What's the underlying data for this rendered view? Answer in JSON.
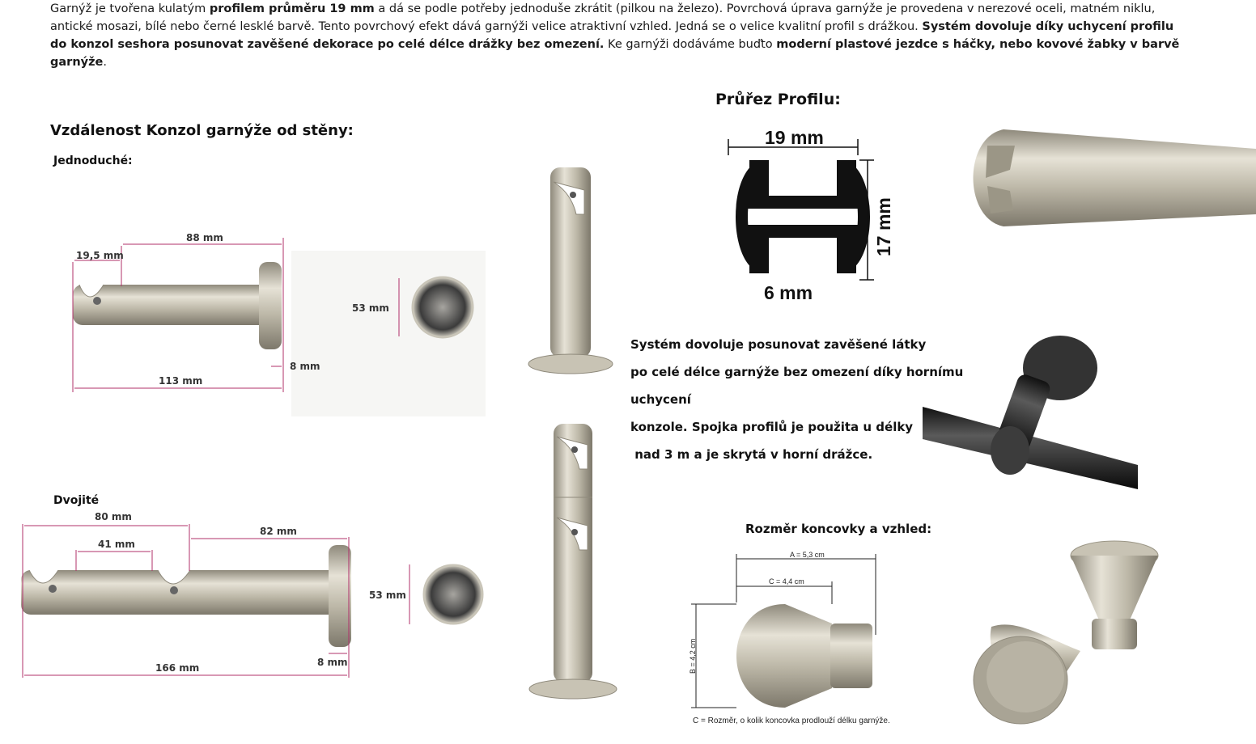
{
  "intro": {
    "s1": "Garnýž je tvořena kulatým ",
    "b1": "profilem průměru 19 mm",
    "s2": " a dá se podle potřeby jednoduše zkrátit (pilkou na železo). Povrchová úprava garnýže je provedena v nerezové oceli, matném niklu, antické mosazi, bílé nebo černé lesklé barvě. Tento povrchový efekt dává garnýži velice atraktivní vzhled. Jedná se o velice kvalitní profil s drážkou. ",
    "b2": "Systém dovoluje díky uchycení profilu do konzol seshora posunovat zavěšené dekorace po celé délce drážky bez omezení.",
    "s3": " Ke garnýži dodáváme buďto ",
    "b3": "moderní plastové jezdce s háčky, nebo kovové žabky v barvě garnýže",
    "s4": "."
  },
  "headings": {
    "distance": "Vzdálenost Konzol garnýže od stěny:",
    "single": "Jednoduché:",
    "double": "Dvojité",
    "profile": "Průřez Profilu:",
    "endcap": "Rozměr koncovky a vzhled:"
  },
  "single_dims": {
    "a": "19,5 mm",
    "b": "88 mm",
    "c": "113 mm",
    "d": "8 mm",
    "e": "53 mm"
  },
  "double_dims": {
    "a": "80 mm",
    "b": "41 mm",
    "c": "82 mm",
    "d": "166 mm",
    "e": "8 mm",
    "f": "53 mm"
  },
  "profile_dims": {
    "w": "19 mm",
    "h": "17 mm",
    "g": "6 mm"
  },
  "system_text": [
    "Systém dovoluje posunovat zavěšené látky",
    "po celé délce garnýže bez omezení díky hornímu uchycení",
    "konzole. Spojka profilů je použita u délky",
    " nad 3 m a je skrytá v horní drážce."
  ],
  "endcap_dims": {
    "a": "A = 5,3 cm",
    "c": "C = 4,4 cm",
    "b": "B = 4,2 cm",
    "note": "C = Rozměr, o kolik koncovka prodlouží délku garnýže."
  },
  "colors": {
    "dim_line": "#b0306a",
    "metal": "#c8c3b4",
    "metal_dark": "#8f8a7c",
    "black": "#111111"
  }
}
